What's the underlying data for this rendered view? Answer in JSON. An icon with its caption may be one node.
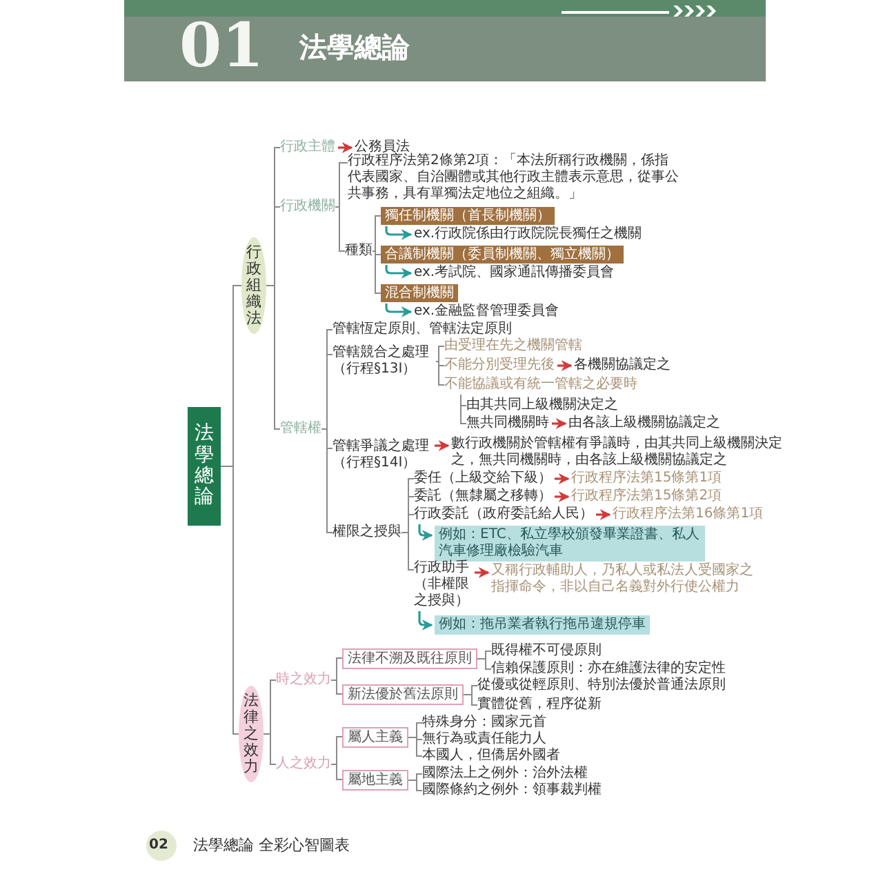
{
  "diagram": {
    "title": "法學總論",
    "nodes": [
      {
        "text": [
          "法學總論"
        ]
      },
      {
        "text": [
          "行政組織法"
        ]
      },
      {
        "text": [
          "行政主體"
        ]
      },
      {
        "text": [
          "公務員法"
        ]
      },
      {
        "text": [
          "行政機關"
        ]
      },
      {
        "text": [
          "行政程序法第2條第2項：「本法所稱行政機關，係指代表國家、自治團體或其他行政主體表示意思，從事公共事務，具有單獨法定地位之組織。」"
        ]
      },
      {
        "text": [
          "種類"
        ]
      },
      {
        "text": [
          "獨任制機關（首長制機關）"
        ]
      },
      {
        "text": [
          "ex.行政院係由行政院院長獨任之機關"
        ]
      },
      {
        "text": [
          "合議制機關（委員制機關、獨立機關）"
        ]
      },
      {
        "text": [
          "ex.考試院、國家通訊傳播委員會"
        ]
      },
      {
        "text": [
          "混合制機關"
        ]
      },
      {
        "text": [
          "ex.金融監督管理委員會"
        ]
      },
      {
        "text": [
          "管轄權"
        ]
      },
      {
        "text": [
          "管轄恆定原則、管轄法定原則"
        ]
      },
      {
        "text": [
          "管轄競合之處理（行程§13Ⅰ）"
        ]
      },
      {
        "text": [
          "由受理在先之機關管轄"
        ]
      },
      {
        "text": [
          "不能分別受理先後"
        ]
      },
      {
        "text": [
          "各機關協議定之"
        ]
      },
      {
        "text": [
          "不能協議或有統一管轄之必要時"
        ]
      },
      {
        "text": [
          "由其共同上級機關決定之"
        ]
      },
      {
        "text": [
          "無共同機關時"
        ]
      },
      {
        "text": [
          "由各該上級機關協議定之"
        ]
      },
      {
        "text": [
          "管轄爭議之處理（行程§14Ⅰ）"
        ]
      },
      {
        "text": [
          "數行政機關於管轄權有爭議時，由其共同上級機關決定之，無共同機關時，由各該上級機關協議定之"
        ]
      },
      {
        "text": [
          "權限之授與"
        ]
      },
      {
        "text": [
          "委任（上級交給下級）"
        ]
      },
      {
        "text": [
          "行政程序法第15條第1項"
        ]
      },
      {
        "text": [
          "委託（無隸屬之移轉）"
        ]
      },
      {
        "text": [
          "行政程序法第15條第2項"
        ]
      },
      {
        "text": [
          "行政委託（政府委託給人民）"
        ]
      },
      {
        "text": [
          "行政程序法第16條第1項"
        ]
      },
      {
        "text": [
          "例如：ETC、私立學校頒發畢業證書、私人汽車修理廠檢驗汽車"
        ]
      },
      {
        "text": [
          "行政助手（非權限之授與）"
        ]
      },
      {
        "text": [
          "又稱行政輔助人，乃私人或私法人受國家之指揮命令，非以自己名義對外行使公權力"
        ]
      },
      {
        "text": [
          "例如：拖吊業者執行拖吊違規停車"
        ]
      },
      {
        "text": [
          "法律之效力"
        ]
      },
      {
        "text": [
          "時之效力"
        ]
      },
      {
        "text": [
          "法律不溯及既往原則"
        ]
      },
      {
        "text": [
          "既得權不可侵原則"
        ]
      },
      {
        "text": [
          "信賴保護原則：亦在維護法律的安定性"
        ]
      },
      {
        "text": [
          "新法優於舊法原則"
        ]
      },
      {
        "text": [
          "從優或從輕原則、特別法優於普通法原則"
        ]
      },
      {
        "text": [
          "實體從舊，程序從新"
        ]
      },
      {
        "text": [
          "人之效力"
        ]
      },
      {
        "text": [
          "屬人主義"
        ]
      },
      {
        "text": [
          "特殊身分：國家元首"
        ]
      },
      {
        "text": [
          "無行為或責任能力人"
        ]
      },
      {
        "text": [
          "本國人，但僑居外國者"
        ]
      },
      {
        "text": [
          "屬地主義"
        ]
      },
      {
        "text": [
          "國際法上之例外：治外法權"
        ]
      },
      {
        "text": [
          "國際條約之例外：領事裁判權"
        ]
      }
    ],
    "edges": [
      {
        "from": 0,
        "to": 1,
        "arrow": "none"
      },
      {
        "from": 1,
        "to": 2,
        "arrow": "none"
      },
      {
        "from": 2,
        "to": 3,
        "arrow": "to",
        "color": "#d23a3a"
      },
      {
        "from": 1,
        "to": 4,
        "arrow": "none"
      },
      {
        "from": 4,
        "to": 5,
        "arrow": "none"
      },
      {
        "from": 4,
        "to": 6,
        "arrow": "none"
      },
      {
        "from": 6,
        "to": 7,
        "arrow": "none"
      },
      {
        "from": 7,
        "to": 8,
        "arrow": "to",
        "color": "#2a9a9a"
      },
      {
        "from": 6,
        "to": 9,
        "arrow": "none"
      },
      {
        "from": 9,
        "to": 10,
        "arrow": "to",
        "color": "#2a9a9a"
      },
      {
        "from": 6,
        "to": 11,
        "arrow": "none"
      },
      {
        "from": 11,
        "to": 12,
        "arrow": "to",
        "color": "#2a9a9a"
      },
      {
        "from": 1,
        "to": 13,
        "arrow": "none"
      },
      {
        "from": 13,
        "to": 14,
        "arrow": "none"
      },
      {
        "from": 13,
        "to": 15,
        "arrow": "none"
      },
      {
        "from": 15,
        "to": 16,
        "arrow": "none"
      },
      {
        "from": 15,
        "to": 17,
        "arrow": "none"
      },
      {
        "from": 17,
        "to": 18,
        "arrow": "to",
        "color": "#d23a3a"
      },
      {
        "from": 15,
        "to": 19,
        "arrow": "none"
      },
      {
        "from": 19,
        "to": 20,
        "arrow": "none"
      },
      {
        "from": 19,
        "to": 21,
        "arrow": "none"
      },
      {
        "from": 21,
        "to": 22,
        "arrow": "to",
        "color": "#d23a3a"
      },
      {
        "from": 13,
        "to": 23,
        "arrow": "none"
      },
      {
        "from": 23,
        "to": 24,
        "arrow": "to",
        "color": "#d23a3a"
      },
      {
        "from": 13,
        "to": 25,
        "arrow": "none"
      },
      {
        "from": 25,
        "to": 26,
        "arrow": "none"
      },
      {
        "from": 26,
        "to": 27,
        "arrow": "to",
        "color": "#d23a3a"
      },
      {
        "from": 25,
        "to": 28,
        "arrow": "none"
      },
      {
        "from": 28,
        "to": 29,
        "arrow": "to",
        "color": "#d23a3a"
      },
      {
        "from": 25,
        "to": 30,
        "arrow": "none"
      },
      {
        "from": 30,
        "to": 31,
        "arrow": "to",
        "color": "#d23a3a"
      },
      {
        "from": 30,
        "to": 32,
        "arrow": "to",
        "color": "#2a9a9a"
      },
      {
        "from": 25,
        "to": 33,
        "arrow": "none"
      },
      {
        "from": 33,
        "to": 34,
        "arrow": "to",
        "color": "#d23a3a"
      },
      {
        "from": 33,
        "to": 35,
        "arrow": "to",
        "color": "#2a9a9a"
      },
      {
        "from": 0,
        "to": 36,
        "arrow": "none"
      },
      {
        "from": 36,
        "to": 37,
        "arrow": "none"
      },
      {
        "from": 37,
        "to": 38,
        "arrow": "none"
      },
      {
        "from": 38,
        "to": 39,
        "arrow": "none"
      },
      {
        "from": 38,
        "to": 40,
        "arrow": "none"
      },
      {
        "from": 37,
        "to": 41,
        "arrow": "none"
      },
      {
        "from": 41,
        "to": 42,
        "arrow": "none"
      },
      {
        "from": 41,
        "to": 43,
        "arrow": "none"
      },
      {
        "from": 36,
        "to": 44,
        "arrow": "none"
      },
      {
        "from": 44,
        "to": 45,
        "arrow": "none"
      },
      {
        "from": 45,
        "to": 46,
        "arrow": "none"
      },
      {
        "from": 45,
        "to": 47,
        "arrow": "none"
      },
      {
        "from": 45,
        "to": 48,
        "arrow": "none"
      },
      {
        "from": 44,
        "to": 49,
        "arrow": "none"
      },
      {
        "from": 49,
        "to": 50,
        "arrow": "none"
      },
      {
        "from": 49,
        "to": 51,
        "arrow": "none"
      }
    ],
    "labels": [
      "01",
      "02",
      "法學總論 全彩心智圖表"
    ]
  }
}
